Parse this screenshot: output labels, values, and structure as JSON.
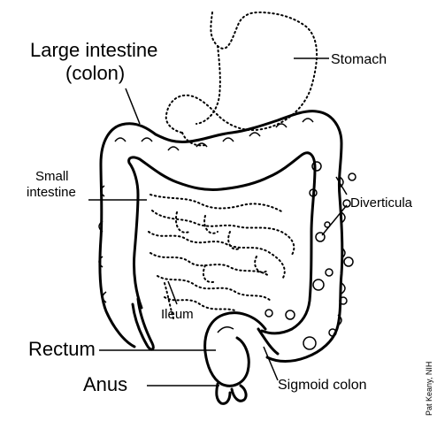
{
  "labels": {
    "large_intestine_line1": "Large intestine",
    "large_intestine_line2": "(colon)",
    "stomach": "Stomach",
    "small_intestine_line1": "Small",
    "small_intestine_line2": "intestine",
    "diverticula": "Diverticula",
    "ileum": "Ileum",
    "rectum": "Rectum",
    "anus": "Anus",
    "sigmoid_colon": "Sigmoid colon"
  },
  "credit": "Pat Keany, NIH"
}
